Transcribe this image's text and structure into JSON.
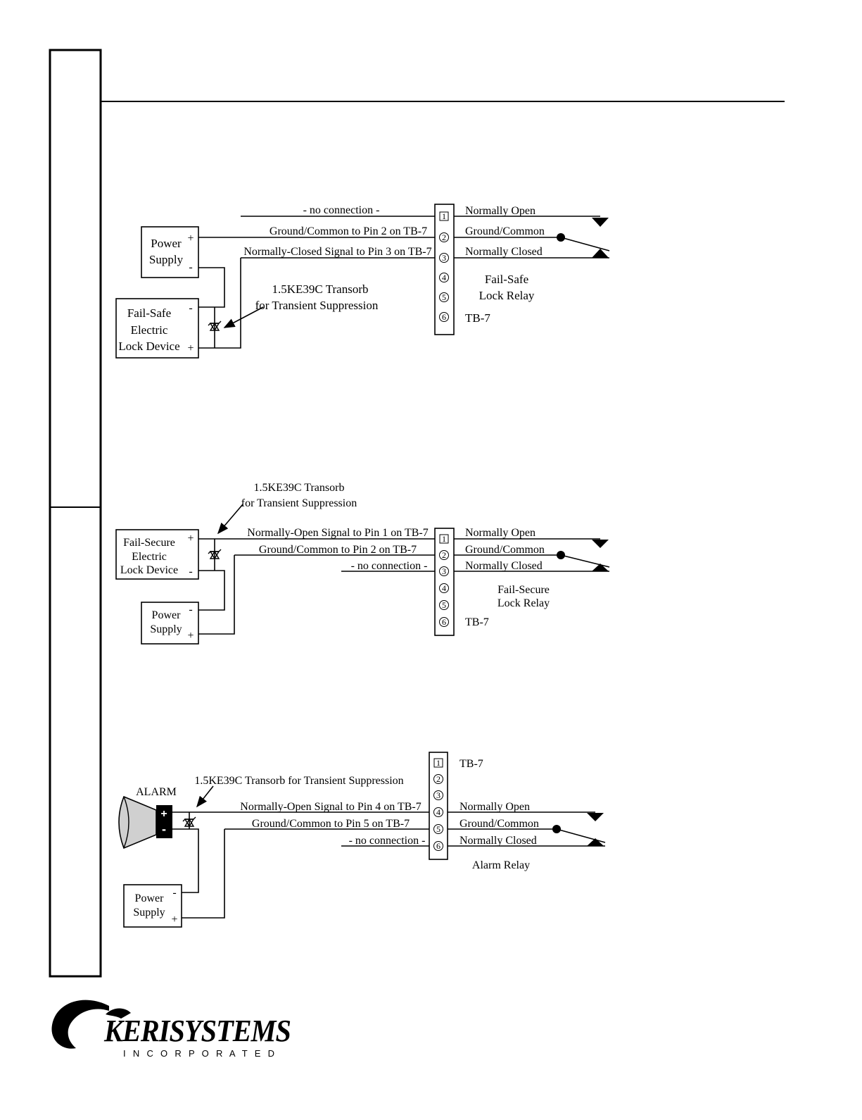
{
  "diagram1": {
    "wire_labels": [
      "- no connection -",
      "Ground/Common to Pin 2 on TB-7",
      "Normally-Closed Signal to Pin 3 on TB-7"
    ],
    "power_supply": {
      "line1": "Power",
      "line2": "Supply",
      "plus": "+",
      "minus": "-"
    },
    "lock_device": {
      "line1": "Fail-Safe",
      "line2": "Electric",
      "line3": "Lock Device",
      "plus": "+",
      "minus": "-"
    },
    "transorb": {
      "line1": "1.5KE39C Transorb",
      "line2": "for Transient Suppression"
    },
    "pins": [
      "1",
      "2",
      "3",
      "4",
      "5",
      "6"
    ],
    "relay_labels": [
      "Normally Open",
      "Ground/Common",
      "Normally Closed"
    ],
    "relay_name": {
      "line1": "Fail-Safe",
      "line2": "Lock Relay"
    },
    "tb_label": "TB-7"
  },
  "diagram2": {
    "transorb": {
      "line1": "1.5KE39C Transorb",
      "line2": "for Transient Suppression"
    },
    "lock_device": {
      "line1": "Fail-Secure",
      "line2": "Electric",
      "line3": "Lock Device",
      "plus": "+",
      "minus": "-"
    },
    "wire_labels": [
      "Normally-Open Signal to Pin 1 on TB-7",
      "Ground/Common to Pin 2 on TB-7",
      "- no connection -"
    ],
    "power_supply": {
      "line1": "Power",
      "line2": "Supply",
      "plus": "+",
      "minus": "-"
    },
    "pins": [
      "1",
      "2",
      "3",
      "4",
      "5",
      "6"
    ],
    "relay_labels": [
      "Normally Open",
      "Ground/Common",
      "Normally Closed"
    ],
    "relay_name": {
      "line1": "Fail-Secure",
      "line2": "Lock Relay"
    },
    "tb_label": "TB-7"
  },
  "diagram3": {
    "alarm_label": "ALARM",
    "alarm_plus": "+",
    "alarm_minus": "-",
    "transorb": "1.5KE39C Transorb for Transient Suppression",
    "wire_labels": [
      "Normally-Open Signal to Pin 4 on TB-7",
      "Ground/Common to Pin 5 on TB-7",
      "- no connection -"
    ],
    "power_supply": {
      "line1": "Power",
      "line2": "Supply",
      "plus": "+",
      "minus": "-"
    },
    "pins": [
      "1",
      "2",
      "3",
      "4",
      "5",
      "6"
    ],
    "relay_labels": [
      "Normally Open",
      "Ground/Common",
      "Normally Closed"
    ],
    "relay_name": "Alarm Relay",
    "tb_label": "TB-7"
  },
  "logo": {
    "brand": "KERISYSTEMS",
    "sub": "I N C O R P O R A T E D"
  }
}
